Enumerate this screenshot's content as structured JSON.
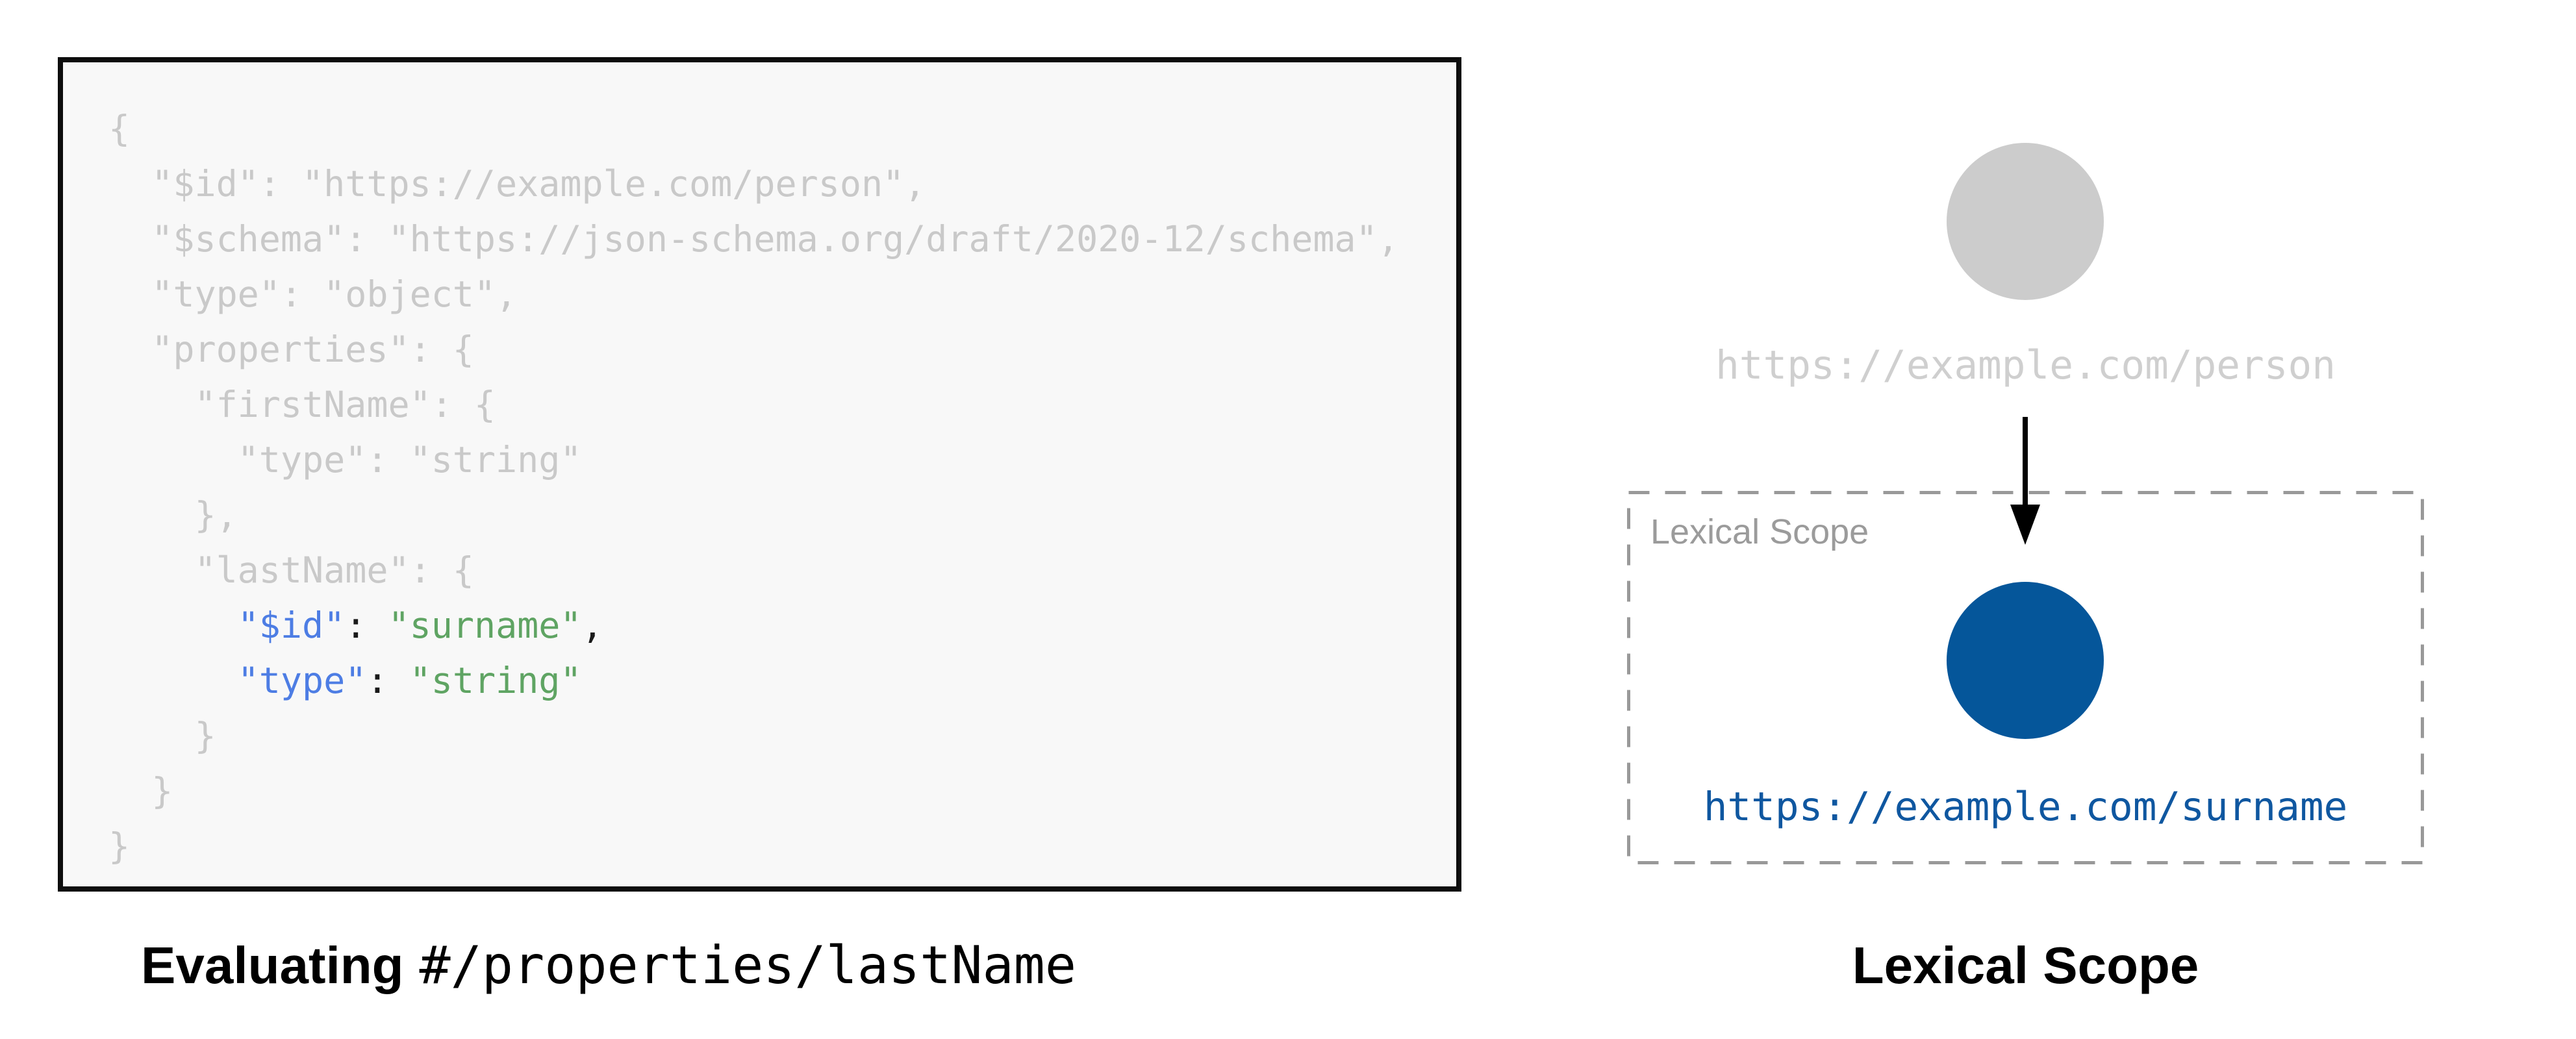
{
  "colors": {
    "code_dim": "#c9c9c9",
    "code_key_blue": "#4d7de4",
    "code_string_green": "#5fa463",
    "code_punct_black": "#1a1a1a",
    "panel_bg": "#f8f8f8",
    "panel_border": "#0d0d0d",
    "node_gray": "#cccccc",
    "uri_gray": "#cfcfcf",
    "scope_border_gray": "#999999",
    "scope_label_gray": "#9b9b9b",
    "node_blue": "#05569a",
    "uri_blue": "#0f57a0",
    "arrow_black": "#000000"
  },
  "code_panel": {
    "lines": [
      [
        [
          "dim",
          "{"
        ]
      ],
      [
        [
          "dim",
          "  \"$id\": \"https://example.com/person\","
        ]
      ],
      [
        [
          "dim",
          "  \"$schema\": \"https://json-schema.org/draft/2020-12/schema\","
        ]
      ],
      [
        [
          "dim",
          "  \"type\": \"object\","
        ]
      ],
      [
        [
          "dim",
          "  \"properties\": {"
        ]
      ],
      [
        [
          "dim",
          "    \"firstName\": {"
        ]
      ],
      [
        [
          "dim",
          "      \"type\": \"string\""
        ]
      ],
      [
        [
          "dim",
          "    },"
        ]
      ],
      [
        [
          "dim",
          "    \"lastName\": {"
        ]
      ],
      [
        [
          "plain",
          "      "
        ],
        [
          "key",
          "\"$id\""
        ],
        [
          "plain",
          ": "
        ],
        [
          "str",
          "\"surname\""
        ],
        [
          "plain",
          ","
        ]
      ],
      [
        [
          "plain",
          "      "
        ],
        [
          "key",
          "\"type\""
        ],
        [
          "plain",
          ": "
        ],
        [
          "str",
          "\"string\""
        ]
      ],
      [
        [
          "dim",
          "    }"
        ]
      ],
      [
        [
          "dim",
          "  }"
        ]
      ],
      [
        [
          "dim",
          "}"
        ]
      ]
    ]
  },
  "left_caption": {
    "bold": "Evaluating",
    "pointer": "#/properties/lastName"
  },
  "diagram": {
    "parent_uri": "https://example.com/person",
    "scope_box_label": "Lexical Scope",
    "child_uri": "https://example.com/surname",
    "caption": "Lexical Scope"
  }
}
